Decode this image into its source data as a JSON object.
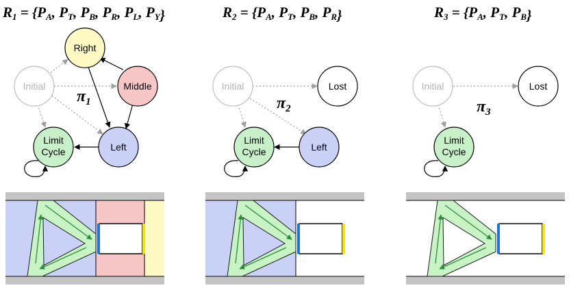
{
  "colors": {
    "right": "#fff9c4",
    "middle": "#f7c6c6",
    "left": "#c9d2f6",
    "limit": "#c8f0c8",
    "lost": "#ffffff",
    "initial_stroke": "#bdbdbd",
    "wall": "#c4c4c4",
    "corridor_green": "#c8f3c4",
    "arrow_green": "#2e8b3d",
    "plug_blue": "#1e73d6",
    "plug_yellow": "#f4e21a"
  },
  "panels": [
    {
      "title": {
        "pre": "R",
        "idx": "1",
        "body": " = {",
        "items": [
          [
            "P",
            "A"
          ],
          [
            "P",
            "T"
          ],
          [
            "P",
            "B"
          ],
          [
            "P",
            "R"
          ],
          [
            "P",
            "L"
          ],
          [
            "P",
            "Y"
          ]
        ],
        "end": "}"
      },
      "policy": {
        "symbol": "π",
        "idx": "1"
      },
      "nodes": {
        "initial": "Initial",
        "right": "Right",
        "middle": "Middle",
        "left": "Left",
        "limit": [
          "Limit",
          "Cycle"
        ]
      }
    },
    {
      "title": {
        "pre": "R",
        "idx": "2",
        "body": " = {",
        "items": [
          [
            "P",
            "A"
          ],
          [
            "P",
            "T"
          ],
          [
            "P",
            "B"
          ],
          [
            "P",
            "R"
          ]
        ],
        "end": "}"
      },
      "policy": {
        "symbol": "π",
        "idx": "2"
      },
      "nodes": {
        "initial": "Initial",
        "lost": "Lost",
        "left": "Left",
        "limit": [
          "Limit",
          "Cycle"
        ]
      }
    },
    {
      "title": {
        "pre": "R",
        "idx": "3",
        "body": " = {",
        "items": [
          [
            "P",
            "A"
          ],
          [
            "P",
            "T"
          ],
          [
            "P",
            "B"
          ]
        ],
        "end": "}"
      },
      "policy": {
        "symbol": "π",
        "idx": "3"
      },
      "nodes": {
        "initial": "Initial",
        "lost": "Lost",
        "limit": [
          "Limit",
          "Cycle"
        ]
      }
    }
  ]
}
